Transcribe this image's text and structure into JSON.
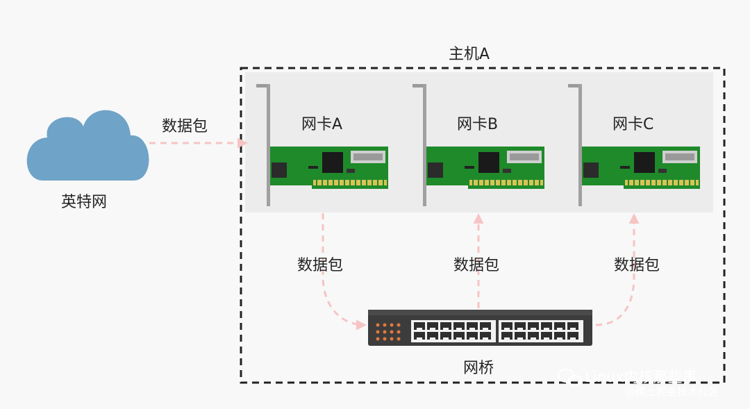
{
  "host_label": "主机A",
  "internet_label": "英特网",
  "cards": [
    {
      "label": "网卡A"
    },
    {
      "label": "网卡B"
    },
    {
      "label": "网卡C"
    }
  ],
  "packet_label": "数据包",
  "bridge_label": "网桥",
  "watermark": {
    "line1": "Linux内核那些事",
    "line2": "@稀土掘金技术社区"
  },
  "colors": {
    "cloud": "#6fa3c7",
    "arrow": "#f6c4c4",
    "card_pcb": "#1f8a2a",
    "bracket": "#9a9a9a",
    "switch_body": "#3c3c3c",
    "switch_leds": "#e07a3a"
  }
}
